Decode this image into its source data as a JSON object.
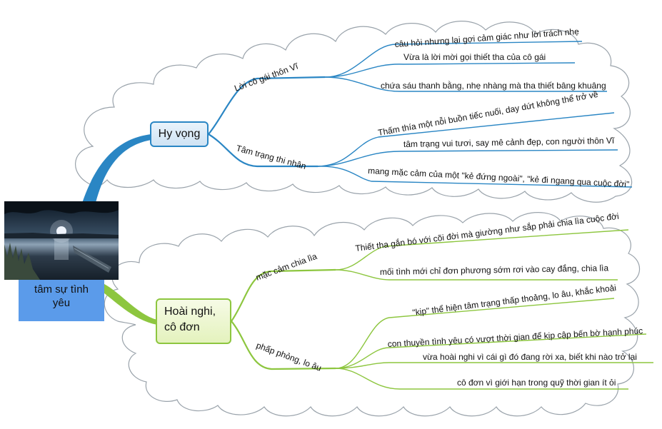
{
  "central_topic": {
    "label_line1": "tâm sự tình",
    "label_line2": "yêu"
  },
  "branches": [
    {
      "label": "Hy vọng",
      "color": "#2a86c4",
      "sub": [
        {
          "label": "Lời cô gái thôn Vĩ",
          "leaves": [
            "câu hỏi nhưng lại gợi cảm giác như lời trách nhẹ",
            "Vừa là lời mời gọi thiết tha của cô gái",
            "chứa sáu thanh bằng, nhẹ nhàng mà tha thiết bâng khuâng"
          ]
        },
        {
          "label": "Tâm trạng thi nhân",
          "leaves": [
            "Thấm thía một nỗi buồn tiếc nuối, day dứt không thể trở về",
            "tâm trạng vui tươi, say mê cảnh đẹp, con người thôn Vĩ",
            "mang mặc cảm của một \"kẻ đứng ngoài\", \"kẻ đi ngang qua cuộc đời\""
          ]
        }
      ]
    },
    {
      "label_line1": "Hoài nghi,",
      "label_line2": "cô đơn",
      "color": "#8dc63f",
      "sub": [
        {
          "label": "mặc cảm chia lìa",
          "leaves": [
            "Thiết tha gắn bó với cõi đời mà giường như sắp phải chia lìa cuộc đời",
            "mối tình mới chỉ đơn phương sớm rơi vào cay đắng, chia lìa"
          ]
        },
        {
          "label": "phấp phỏng, lo âu",
          "leaves": [
            "\"kịp\" thể hiện tâm trạng thấp thoảng, lo âu, khắc khoải",
            "con thuyền tình yêu có vượt thời gian để kịp cập bến bờ hạnh phúc",
            "vừa hoài nghi vì cái gì đó đang rời xa, biết khi nào trở lại",
            "cô đơn vì giới hạn trong quỹ thời gian ít ỏi"
          ]
        }
      ]
    }
  ]
}
